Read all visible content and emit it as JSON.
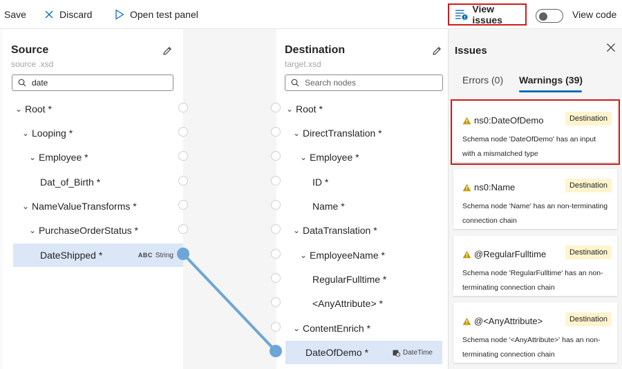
{
  "toolbar": {
    "save": "Save",
    "discard": "Discard",
    "open_test_panel": "Open test panel",
    "view_issues": "View issues",
    "view_code": "View code"
  },
  "source": {
    "title": "Source",
    "file": "source .xsd",
    "search_value": "date",
    "nodes": [
      {
        "label": "Root *"
      },
      {
        "label": "Looping *"
      },
      {
        "label": "Employee *"
      },
      {
        "label": "Dat_of_Birth *"
      },
      {
        "label": "NameValueTransforms *"
      },
      {
        "label": "PurchaseOrderStatus *"
      },
      {
        "label": "DateShipped *",
        "type_abbr": "ABC",
        "type": "String"
      }
    ]
  },
  "destination": {
    "title": "Destination",
    "file": "target.xsd",
    "search_placeholder": "Search nodes",
    "nodes": [
      {
        "label": "Root *"
      },
      {
        "label": "DirectTranslation *"
      },
      {
        "label": "Employee *"
      },
      {
        "label": "ID *"
      },
      {
        "label": "Name *"
      },
      {
        "label": "DataTranslation *"
      },
      {
        "label": "EmployeeName *"
      },
      {
        "label": "RegularFulltime *"
      },
      {
        "label": "<AnyAttribute> *"
      },
      {
        "label": "ContentEnrich *"
      },
      {
        "label": "DateOfDemo *",
        "type": "DateTime"
      }
    ]
  },
  "issues": {
    "title": "Issues",
    "tabs": [
      {
        "label": "Errors (0)"
      },
      {
        "label": "Warnings (39)"
      }
    ],
    "cards": [
      {
        "name": "ns0:DateOfDemo",
        "badge": "Destination",
        "desc": "Schema node 'DateOfDemo' has an input with a mismatched type"
      },
      {
        "name": "ns0:Name",
        "badge": "Destination",
        "desc": "Schema node 'Name' has an non-terminating connection chain"
      },
      {
        "name": "@RegularFulltime",
        "badge": "Destination",
        "desc": "Schema node 'RegularFulltime' has an non-terminating connection chain"
      },
      {
        "name": "@<AnyAttribute>",
        "badge": "Destination",
        "desc": "Schema node '<AnyAttribute>' has an non-terminating connection chain"
      }
    ]
  },
  "colors": {
    "accent": "#0f6cbd",
    "highlight": "#d11a1a",
    "warning": "#c19c00",
    "connection": "#6ca6d6",
    "selected_row": "#dbe6f7",
    "badge_bg": "#fff4ce"
  }
}
